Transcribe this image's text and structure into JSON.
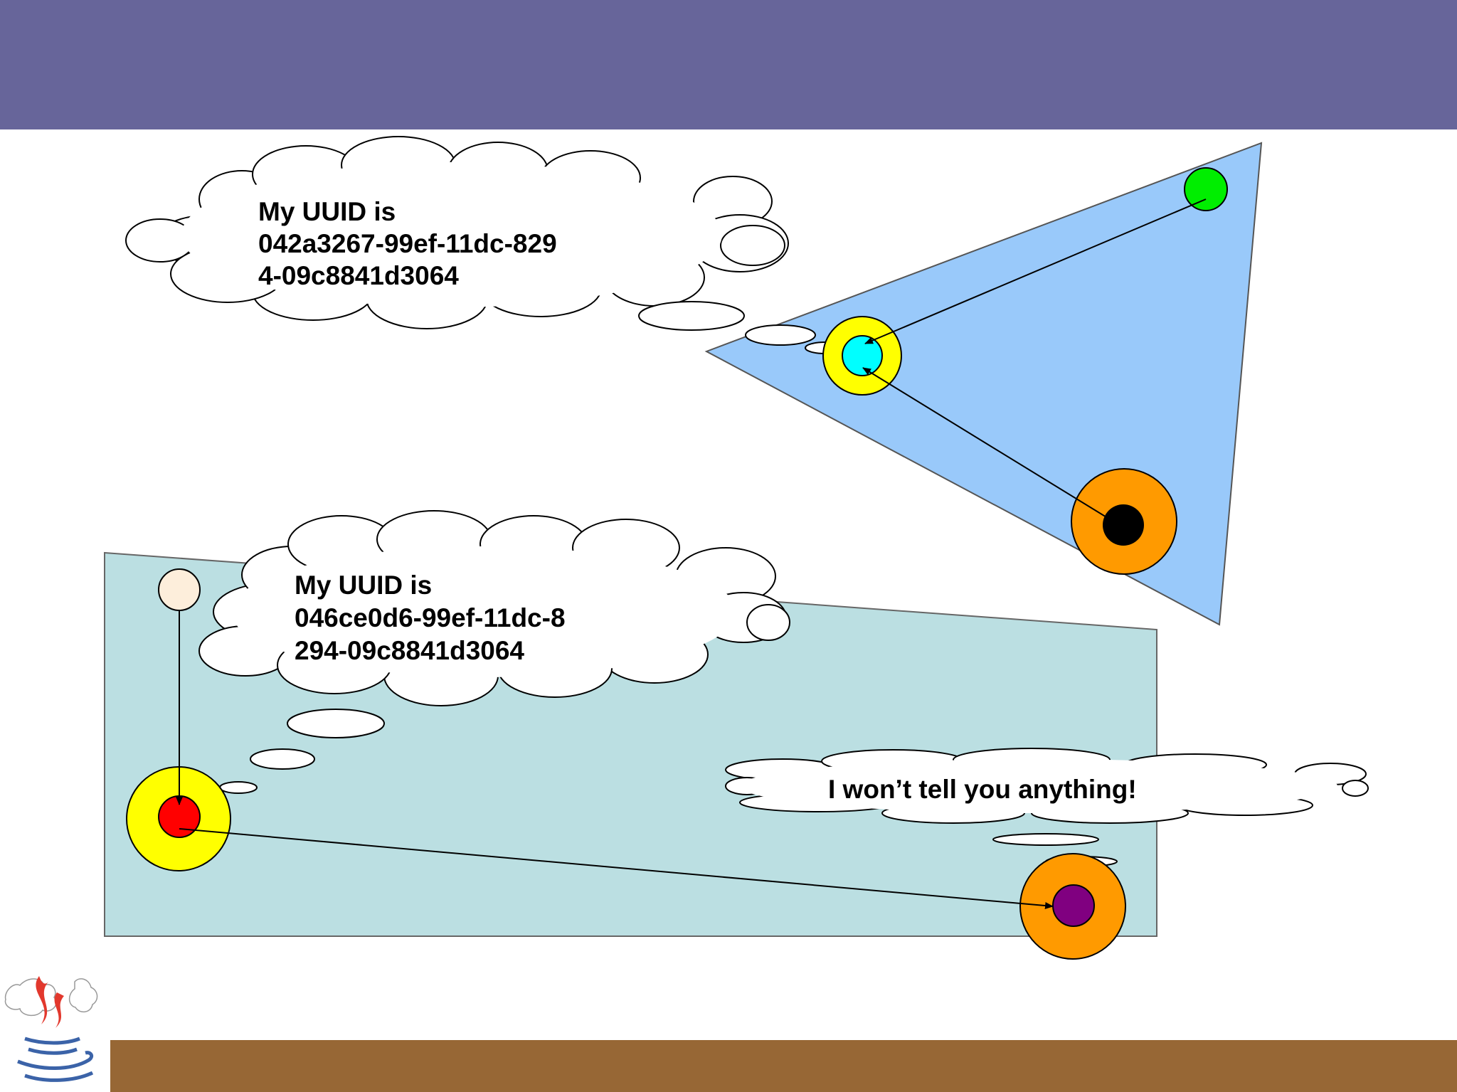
{
  "theme": {
    "header_color": "#67659a",
    "footer_color": "#976735",
    "triangle_fill": "#99c9fa",
    "panel_fill": "#bbdfe2",
    "ring_yellow": "#ffff00",
    "ring_orange": "#ff9a00",
    "node_cyan": "#00ffff",
    "node_green": "#00ee00",
    "node_black": "#000000",
    "node_red": "#ff0000",
    "node_purple": "#800080",
    "node_beige": "#fdeedb"
  },
  "bubbles": {
    "top": {
      "lines": [
        "My UUID is",
        "042a3267-99ef-11dc-829",
        "4-09c8841d3064"
      ]
    },
    "middle": {
      "lines": [
        "My UUID is",
        "046ce0d6-99ef-11dc-8",
        "294-09c8841d3064"
      ]
    },
    "right": {
      "lines": [
        "I won’t tell you anything!"
      ]
    }
  },
  "logo": {
    "name": "java-coffee-cup-logo"
  }
}
